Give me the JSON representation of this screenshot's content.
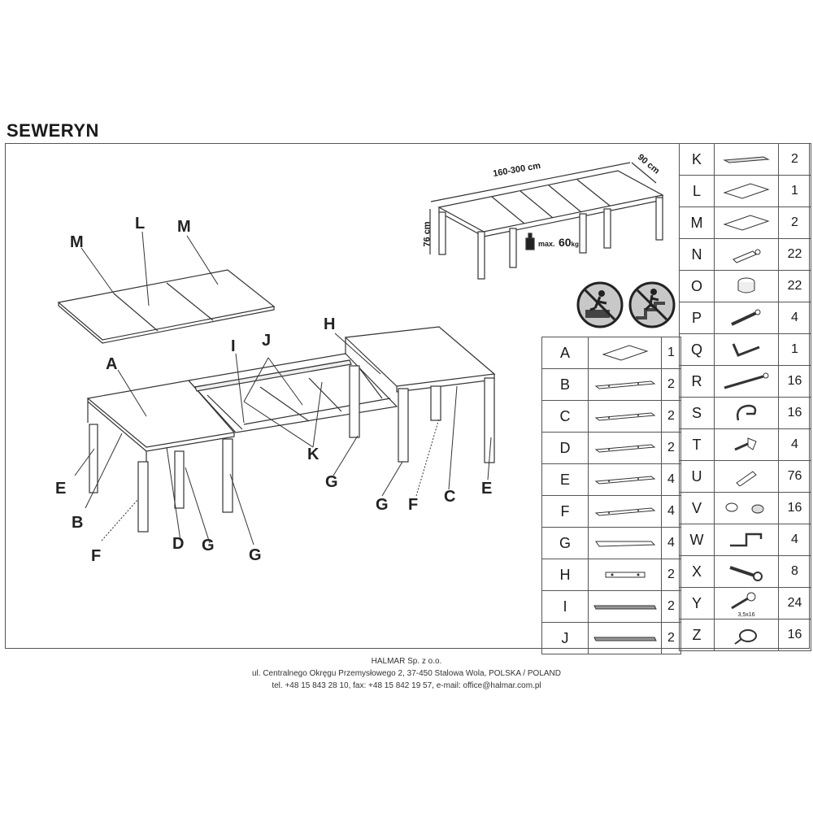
{
  "document": {
    "title": "SEWERYN"
  },
  "dimensions": {
    "length": "160-300 cm",
    "width": "90 cm",
    "height": "76 cm",
    "max_load_prefix": "max.",
    "max_load_value": "60",
    "max_load_unit": "kg"
  },
  "callouts": {
    "M1": "M",
    "L": "L",
    "M2": "M",
    "H": "H",
    "I": "I",
    "J": "J",
    "A": "A",
    "E1": "E",
    "B": "B",
    "F1": "F",
    "D": "D",
    "G1": "G",
    "G2": "G",
    "K": "K",
    "G3": "G",
    "G4": "G",
    "F2": "F",
    "C": "C",
    "E2": "E"
  },
  "parts_left": [
    {
      "letter": "A",
      "qty": "1",
      "icon": "panel-icon"
    },
    {
      "letter": "B",
      "qty": "2",
      "icon": "rail-icon"
    },
    {
      "letter": "C",
      "qty": "2",
      "icon": "rail-icon"
    },
    {
      "letter": "D",
      "qty": "2",
      "icon": "rail-icon"
    },
    {
      "letter": "E",
      "qty": "4",
      "icon": "rail-icon"
    },
    {
      "letter": "F",
      "qty": "4",
      "icon": "rail-icon"
    },
    {
      "letter": "G",
      "qty": "4",
      "icon": "leg-icon"
    },
    {
      "letter": "H",
      "qty": "2",
      "icon": "bracket-icon"
    },
    {
      "letter": "I",
      "qty": "2",
      "icon": "slide-icon"
    },
    {
      "letter": "J",
      "qty": "2",
      "icon": "slide-icon"
    }
  ],
  "parts_right": [
    {
      "letter": "K",
      "qty": "2",
      "icon": "board-icon"
    },
    {
      "letter": "L",
      "qty": "1",
      "icon": "panel-icon"
    },
    {
      "letter": "M",
      "qty": "2",
      "icon": "panel-icon"
    },
    {
      "letter": "N",
      "qty": "22",
      "icon": "dowel-icon"
    },
    {
      "letter": "O",
      "qty": "22",
      "icon": "cam-lock-icon"
    },
    {
      "letter": "P",
      "qty": "4",
      "icon": "screw-icon"
    },
    {
      "letter": "Q",
      "qty": "1",
      "icon": "allen-key-icon"
    },
    {
      "letter": "R",
      "qty": "16",
      "icon": "bolt-icon"
    },
    {
      "letter": "S",
      "qty": "16",
      "icon": "clip-icon"
    },
    {
      "letter": "T",
      "qty": "4",
      "icon": "wing-screw-icon"
    },
    {
      "letter": "U",
      "qty": "76",
      "icon": "wood-dowel-icon"
    },
    {
      "letter": "V",
      "qty": "16",
      "icon": "plug-icon"
    },
    {
      "letter": "W",
      "qty": "4",
      "icon": "angle-bracket-icon"
    },
    {
      "letter": "X",
      "qty": "8",
      "icon": "wrench-icon"
    },
    {
      "letter": "Y",
      "qty": "24",
      "icon": "wood-screw-icon",
      "note": "3,5x16"
    },
    {
      "letter": "Z",
      "qty": "16",
      "icon": "glide-icon"
    }
  ],
  "footer": {
    "company": "HALMAR Sp. z o.o.",
    "address": "ul. Centralnego Okręgu Przemysłowego 2, 37-450 Stalowa Wola, POLSKA / POLAND",
    "contact": "tel. +48 15 843 28 10, fax: +48 15 842 19 57, e-mail: office@halmar.com.pl"
  }
}
